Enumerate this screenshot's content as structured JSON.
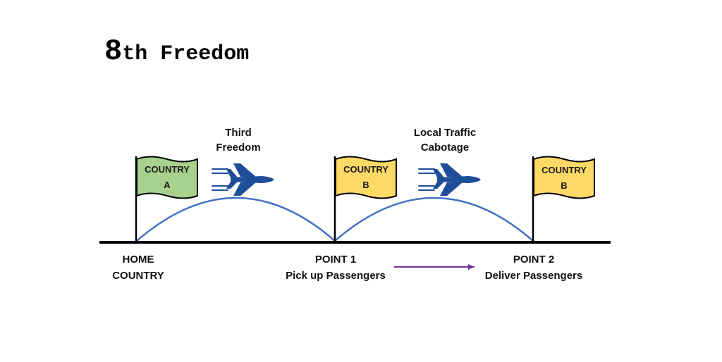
{
  "title": {
    "main": "8",
    "suffix": "th Freedom"
  },
  "colors": {
    "green_flag": "#a9d18e",
    "yellow_flag": "#ffd966",
    "flag_outline": "#000000",
    "arc": "#4472c4",
    "plane": "#1f4e99",
    "ground": "#000000",
    "arrow": "#7030a0"
  },
  "flags": [
    {
      "line1": "COUNTRY",
      "line2": "A",
      "color_key": "green_flag"
    },
    {
      "line1": "COUNTRY",
      "line2": "B",
      "color_key": "yellow_flag"
    },
    {
      "line1": "COUNTRY",
      "line2": "B",
      "color_key": "yellow_flag"
    }
  ],
  "segments": [
    {
      "line1": "Third",
      "line2": "Freedom",
      "icon": "airplane-icon"
    },
    {
      "line1": "Local Traffic",
      "line2": "Cabotage",
      "icon": "airplane-icon"
    }
  ],
  "points": [
    {
      "line1": "HOME",
      "line2": "COUNTRY"
    },
    {
      "line1": "POINT 1",
      "line2": "Pick up Passengers"
    },
    {
      "line1": "POINT 2",
      "line2": "Deliver Passengers"
    }
  ],
  "arrow": {
    "icon": "arrow-right-icon"
  }
}
